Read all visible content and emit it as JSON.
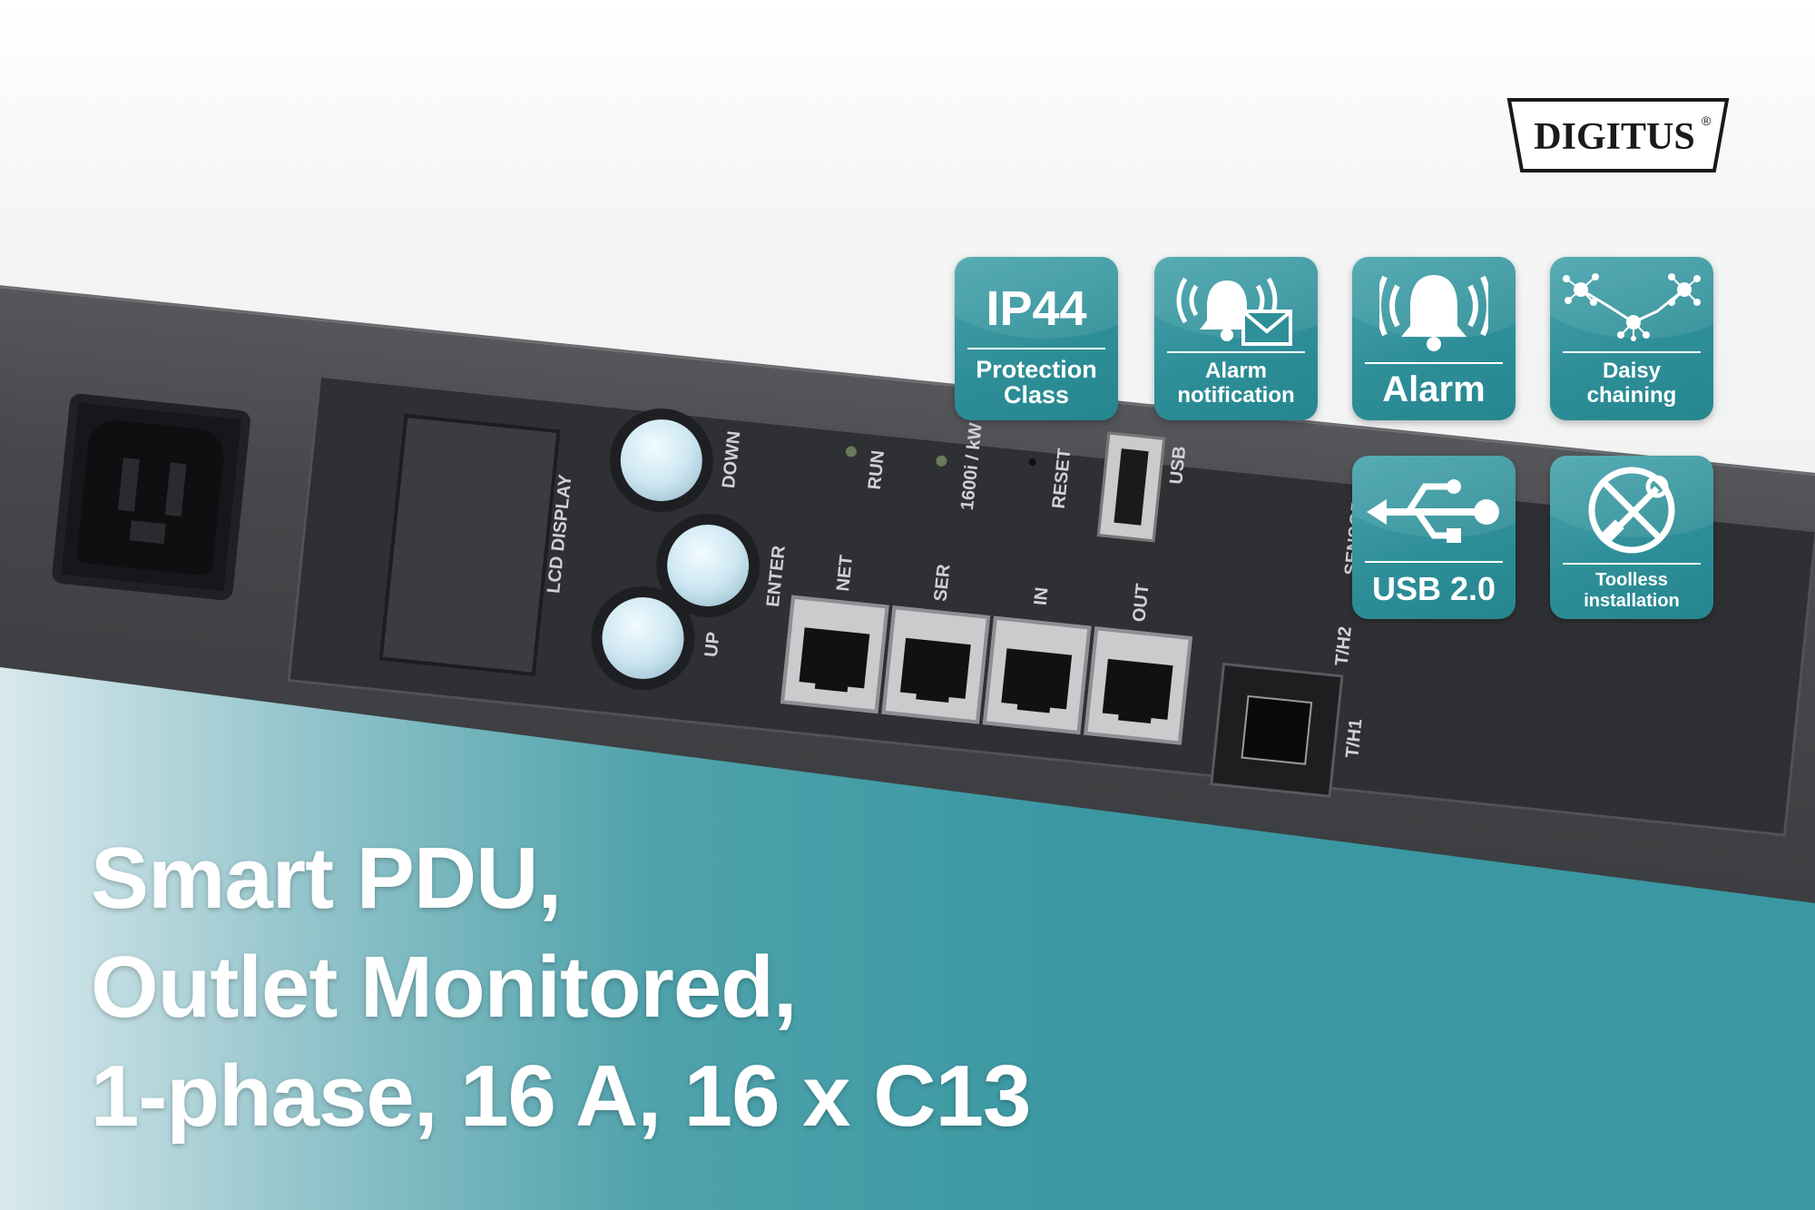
{
  "brand": {
    "logo_text": "DIGITUS",
    "registered": "®"
  },
  "device_labels": {
    "lcd": "LCD DISPLAY",
    "down": "DOWN",
    "enter": "ENTER",
    "up": "UP",
    "run": "RUN",
    "imp": "1600i\n/ kW",
    "reset": "RESET",
    "usb": "USB",
    "net": "NET",
    "ser": "SER",
    "in": "IN",
    "out": "OUT",
    "sensor": "SENSOR",
    "th2": "T/H2",
    "th1": "T/H1"
  },
  "badges": {
    "ip44": {
      "title": "IP44",
      "caption_1": "Protection",
      "caption_2": "Class"
    },
    "alarm_notification": {
      "caption_1": "Alarm",
      "caption_2": "notification",
      "icon": "bell-envelope-icon"
    },
    "alarm": {
      "caption": "Alarm",
      "icon": "bell-icon"
    },
    "daisy": {
      "caption_1": "Daisy",
      "caption_2": "chaining",
      "icon": "network-nodes-icon"
    },
    "usb": {
      "caption": "USB 2.0",
      "icon": "usb-icon"
    },
    "toolless": {
      "caption_1": "Toolless",
      "caption_2": "installation",
      "icon": "tools-crossed-icon"
    }
  },
  "headline": {
    "line1": "Smart PDU,",
    "line2": "Outlet Monitored,",
    "line3": "1-phase, 16 A, 16 x C13"
  },
  "colors": {
    "teal": "#3a98a2",
    "badge": "#2f8f99",
    "device": "#3c3e41"
  }
}
